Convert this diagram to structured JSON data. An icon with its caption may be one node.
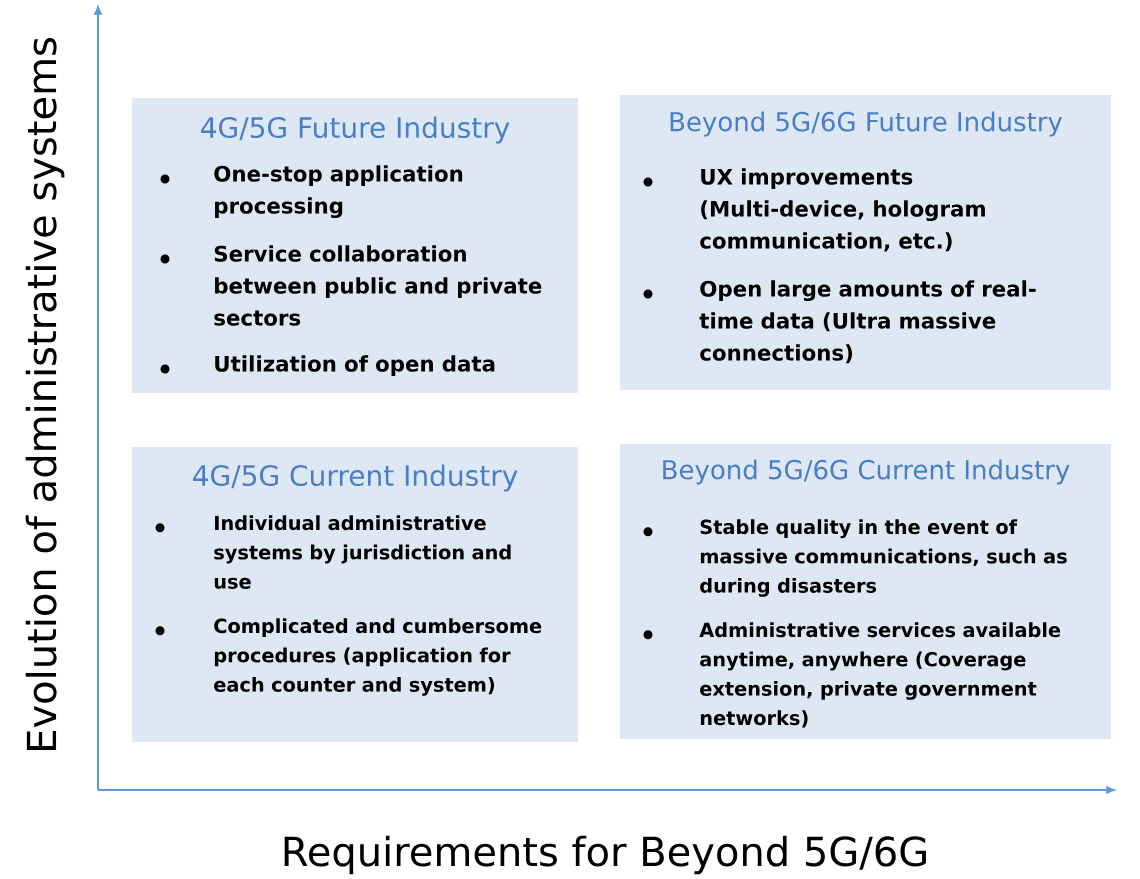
{
  "diagram": {
    "nodes": [
      {
        "text": [
          "4G/5G Future Industry",
          "One-stop application processing",
          "Service collaboration between public and private sectors",
          "Utilization of open data"
        ]
      },
      {
        "text": [
          "Beyond 5G/6G Future Industry",
          "UX improvements (Multi-device, hologram communication, etc.)",
          "Open large amounts of real-time data (Ultra massive connections)"
        ]
      },
      {
        "text": [
          "4G/5G Current Industry",
          "Individual administrative systems by jurisdiction and use",
          "Complicated and cumbersome  procedures (application for each counter and system)"
        ]
      },
      {
        "text": [
          "Beyond 5G/6G Current Industry",
          "Stable quality in the event of massive communications, such as during disasters",
          "Administrative services available anytime, anywhere (Coverage extension, private government networks)"
        ]
      }
    ],
    "labels": [
      "Evolution of administrative systems",
      "Requirements for Beyond 5G/6G"
    ]
  }
}
